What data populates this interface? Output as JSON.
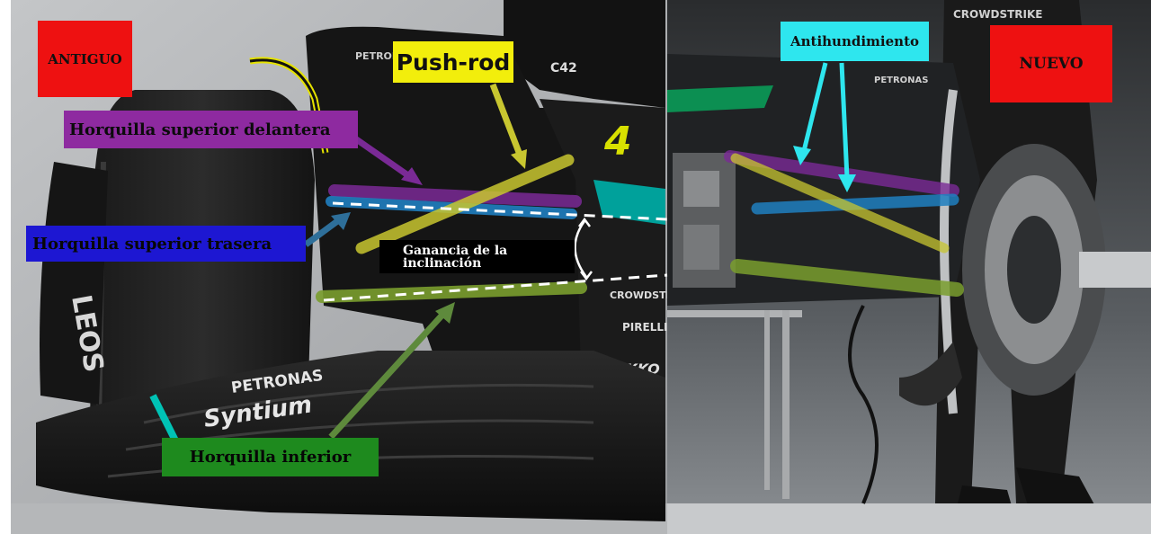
{
  "labels": {
    "antiguo": "ANTIGUO",
    "nuevo": "NUEVO",
    "push_rod": "Push-rod",
    "horquilla_superior_delantera": "Horquilla superior delantera",
    "horquilla_superior_trasera": "Horquilla superior trasera",
    "ganancia_inclinacion": "Ganancia de la inclinación",
    "horquilla_inferior": "Horquilla inferior",
    "antihundimiento": "Antihundimiento"
  },
  "car_text": {
    "petronas_top": "PETRONAS",
    "c42": "C42",
    "number": "4",
    "petronas_wing": "PETRONAS",
    "syntium": "Syntium",
    "crowdstrike": "CROWDSTRIKE",
    "pirelli": "PIRELLI",
    "akkodis": "AKKO",
    "leos": "LEOS",
    "petronas_right": "PETRONAS",
    "crowdstrike_shirt": "CROWDSTRIKE"
  },
  "colors": {
    "red": "#ee1111",
    "yellow": "#f2ee0c",
    "purple": "#8e2aa0",
    "blue": "#1d17d2",
    "green": "#1e8a1e",
    "cyan": "#2ee6ee"
  }
}
